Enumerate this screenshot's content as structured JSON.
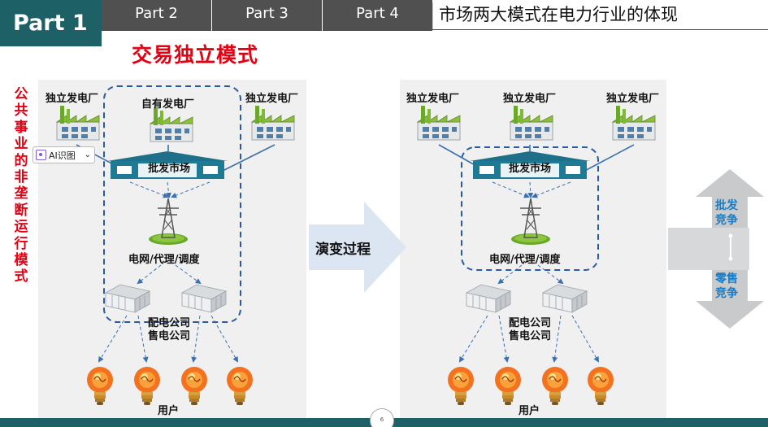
{
  "header": {
    "part_active": "Part 1",
    "tabs": [
      {
        "label": "Part 2"
      },
      {
        "label": "Part 3"
      },
      {
        "label": "Part 4"
      }
    ],
    "title": "市场两大模式在电力行业的体现"
  },
  "slide": {
    "mode_title": "交易独立模式",
    "side_label": "公共事业的非垄断运行模式",
    "ai_button": {
      "label": "AI识图",
      "chevron": "⌄"
    },
    "evolution_label": "演变过程",
    "left_panel": {
      "factory_left": "独立发电厂",
      "factory_center": "自有发电厂",
      "factory_right": "独立发电厂",
      "market": "批发市场",
      "grid": "电网/代理/调度",
      "distribution": [
        "配电公司",
        "售电公司"
      ],
      "users": "用户"
    },
    "right_panel": {
      "factory_left": "独立发电厂",
      "factory_center": "独立发电厂",
      "factory_right": "独立发电厂",
      "market": "批发市场",
      "grid": "电网/代理/调度",
      "distribution": [
        "配电公司",
        "售电公司"
      ],
      "users": "用户"
    },
    "wholesale_compete": [
      "批发",
      "竞争"
    ],
    "retail_compete": [
      "零售",
      "竞争"
    ],
    "page_number": "6"
  },
  "colors": {
    "brand_teal": "#1d6167",
    "tab_gray": "#505050",
    "title_red": "#e60012",
    "compete_blue": "#1a7bc4",
    "dash_blue": "#2c5aa0"
  }
}
